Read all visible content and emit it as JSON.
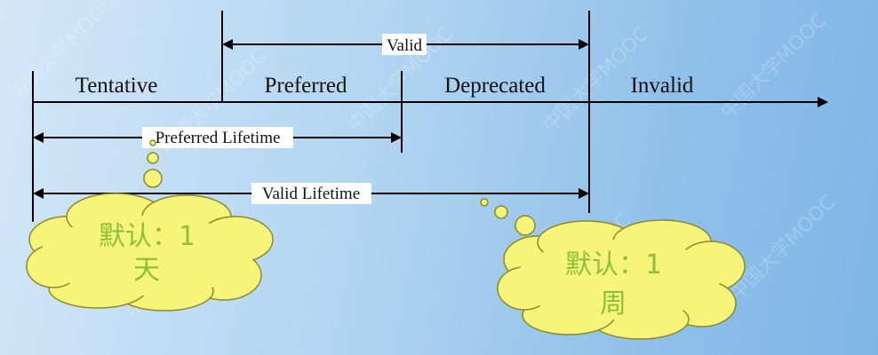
{
  "states": {
    "tentative": "Tentative",
    "preferred": "Preferred",
    "deprecated": "Deprecated",
    "invalid": "Invalid"
  },
  "spans": {
    "valid": "Valid",
    "preferred_lifetime": "Preferred Lifetime",
    "valid_lifetime": "Valid Lifetime"
  },
  "bubbles": {
    "left_line1": "默认：1",
    "left_line2": "天",
    "right_line1": "默认：1",
    "right_line2": "周"
  },
  "watermark": "中国大学MOOC",
  "colors": {
    "background_left": "#d3e7f8",
    "background_right": "#7fb5e6",
    "cloud_fill": "#f6f57a",
    "cloud_stroke": "#8a8a2a",
    "cloud_text": "#8fbf3a",
    "line": "#000000"
  }
}
